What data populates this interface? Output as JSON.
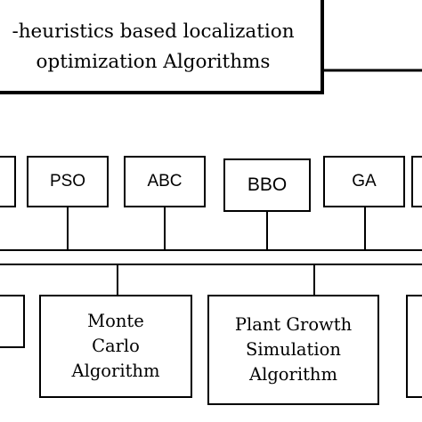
{
  "header": {
    "title_line1": "-heuristics based localization",
    "title_line2": "optimization Algorithms"
  },
  "algorithms": [
    {
      "id": "partial-left",
      "label": ""
    },
    {
      "id": "pso",
      "label": "PSO"
    },
    {
      "id": "abc",
      "label": "ABC"
    },
    {
      "id": "bbo",
      "label": "BBO"
    },
    {
      "id": "ga",
      "label": "GA"
    },
    {
      "id": "partial-right",
      "label": ""
    }
  ],
  "methods": [
    {
      "id": "partial-left",
      "lines": [
        "",
        "",
        ""
      ]
    },
    {
      "id": "monte-carlo",
      "lines": [
        "Monte",
        "Carlo",
        "Algorithm"
      ]
    },
    {
      "id": "plant-growth",
      "lines": [
        "Plant Growth",
        "Simulation",
        "Algorithm"
      ]
    },
    {
      "id": "partial-right",
      "lines": [
        "",
        "",
        ""
      ]
    }
  ],
  "colors": {
    "line": "#000000",
    "background": "#ffffff"
  }
}
